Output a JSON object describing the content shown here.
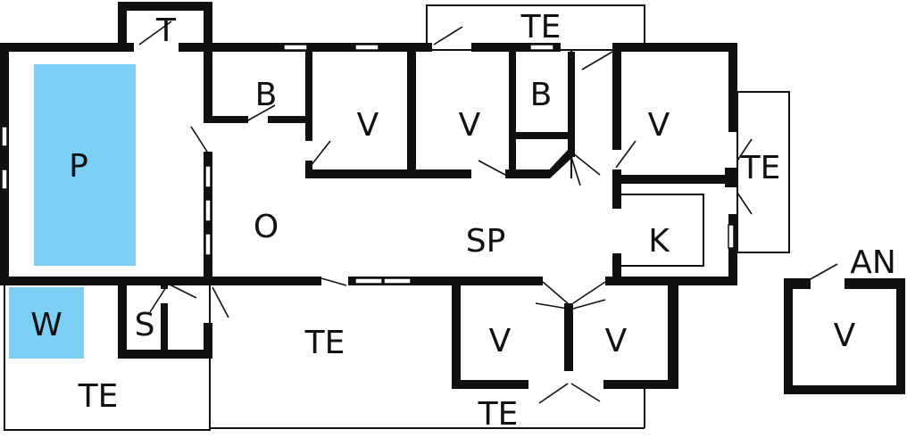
{
  "colors": {
    "pool": "#7dcff5",
    "wall": "#111111",
    "floor": "#ffffff",
    "line": "#111111"
  },
  "rooms": {
    "p": "P",
    "t": "T",
    "te_top": "TE",
    "b1": "B",
    "v1": "V",
    "v2": "V",
    "b2": "B",
    "v3": "V",
    "te_right": "TE",
    "o": "O",
    "sp": "SP",
    "k": "K",
    "an": "AN",
    "v_annex": "V",
    "w": "W",
    "s": "S",
    "te_mid": "TE",
    "v4": "V",
    "v5": "V",
    "te_left": "TE",
    "te_bottom": "TE"
  }
}
